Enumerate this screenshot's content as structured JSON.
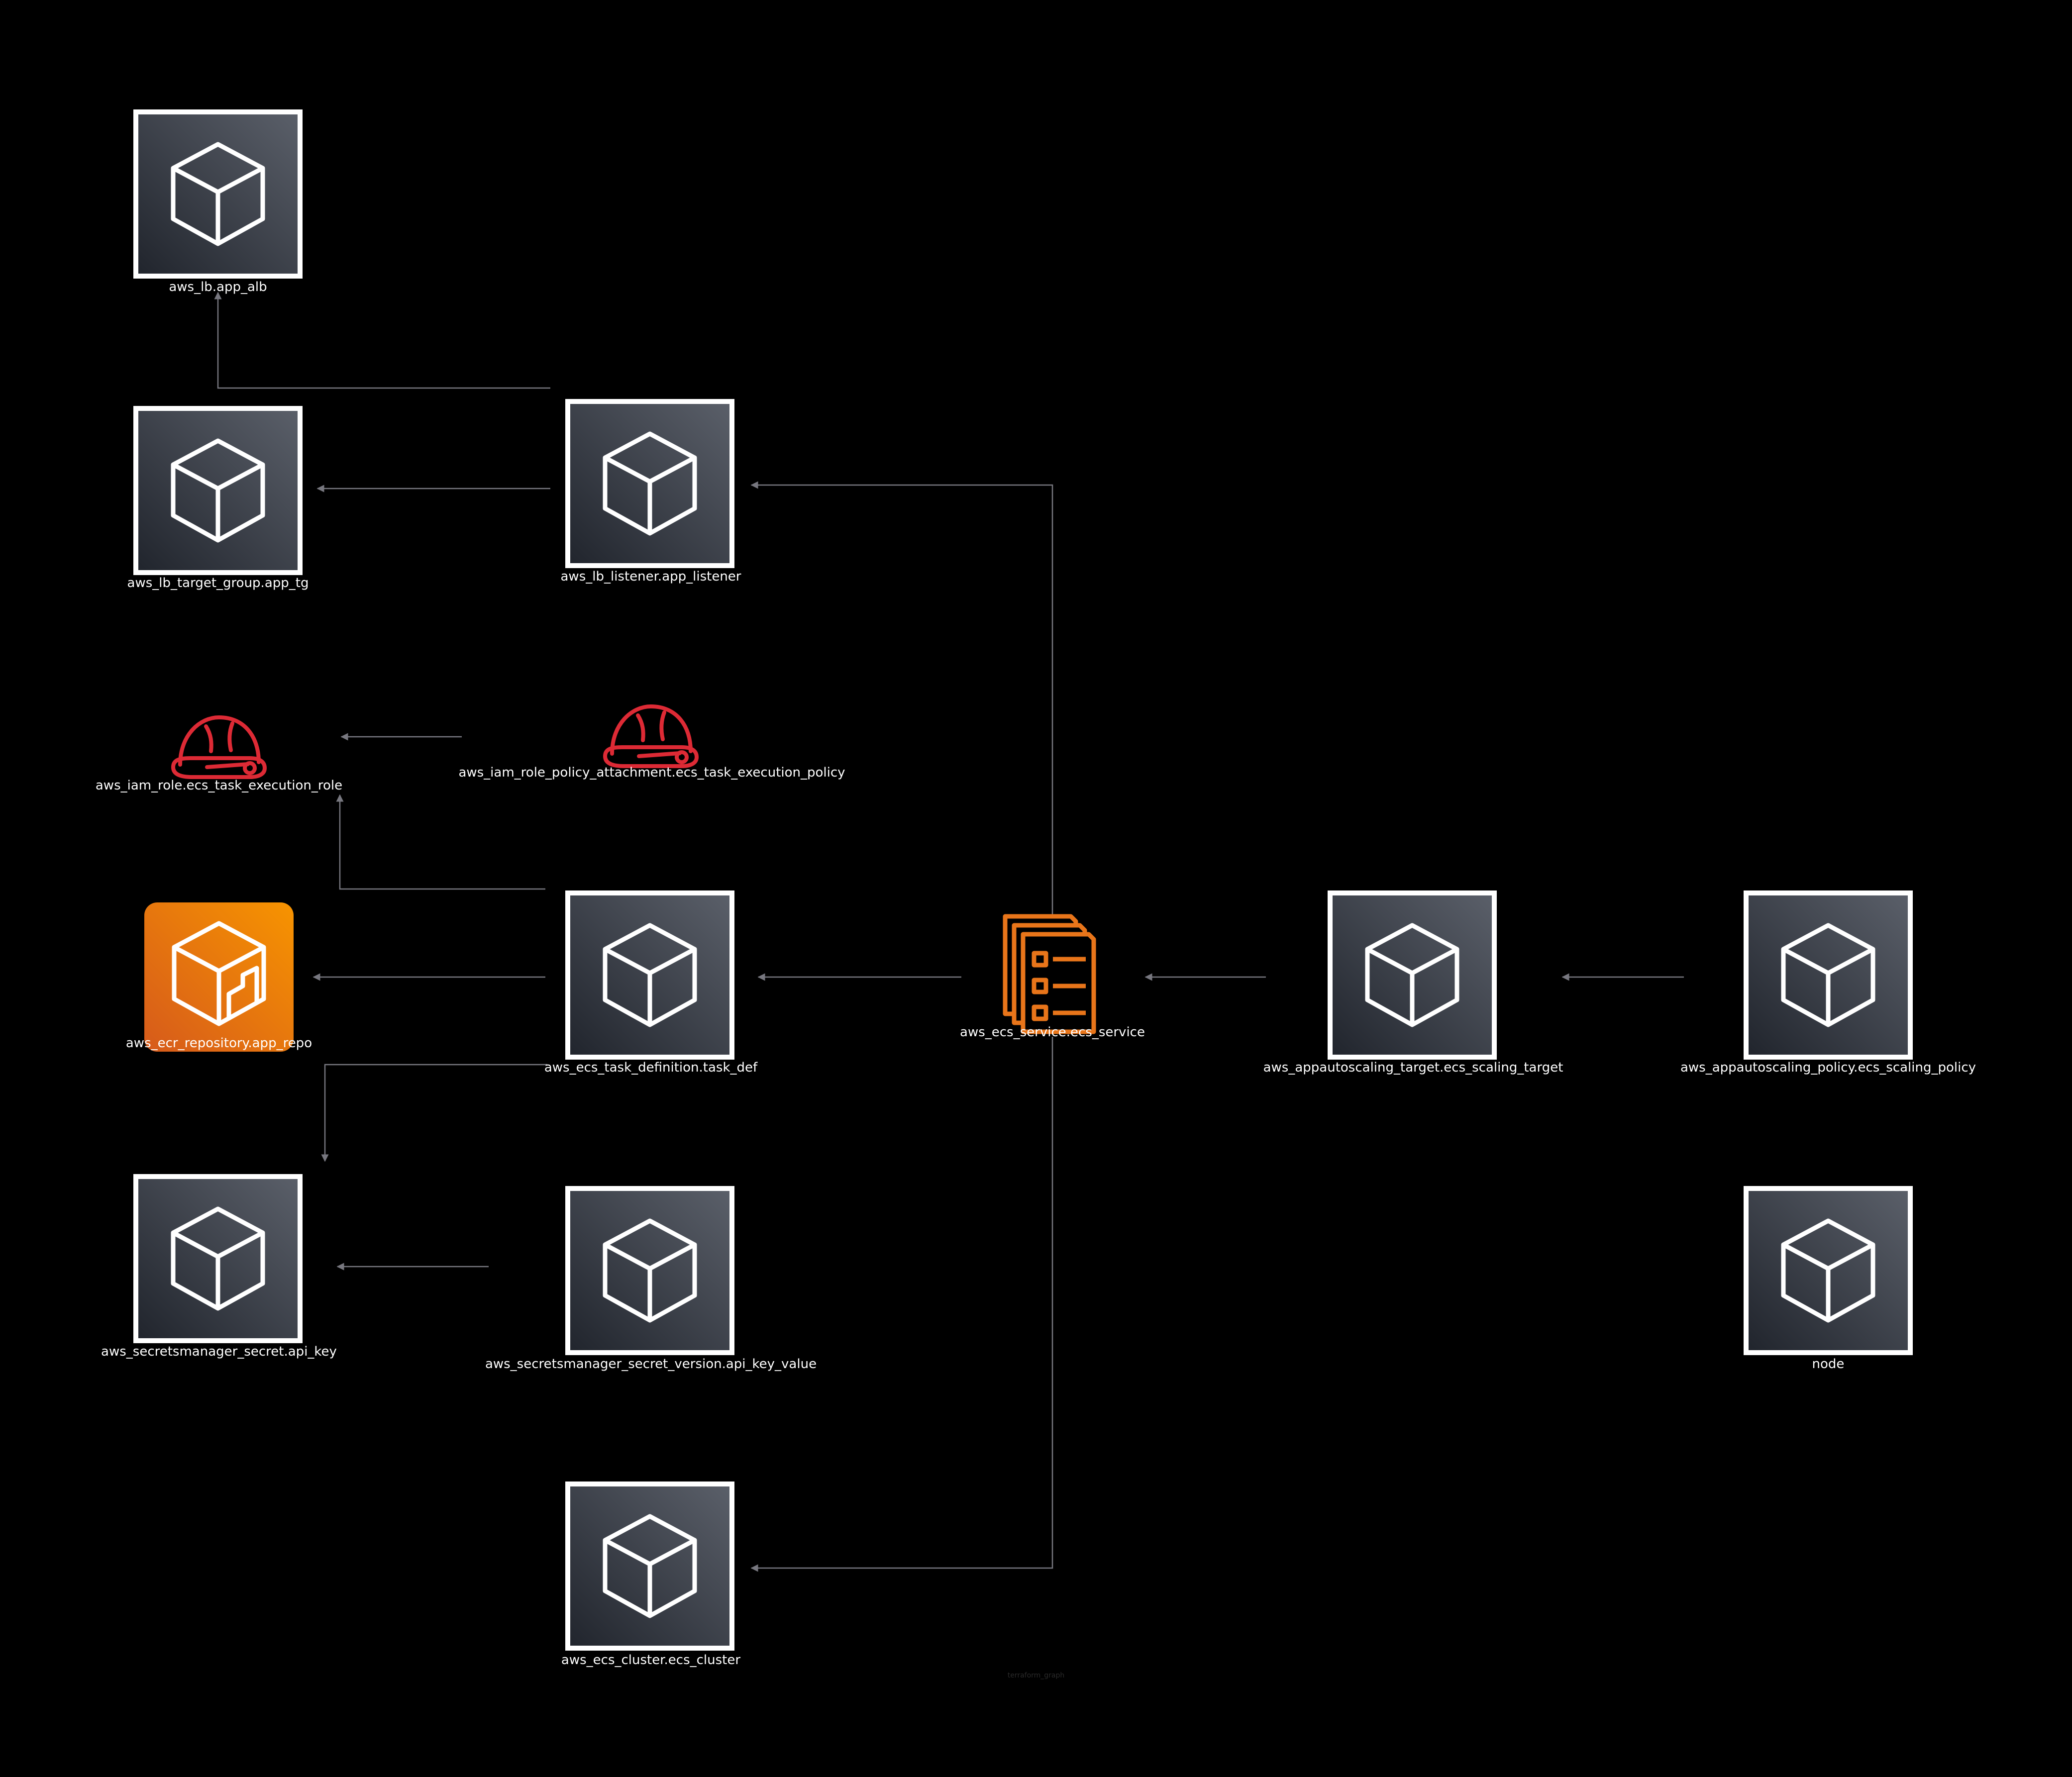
{
  "colors": {
    "background": "#000000",
    "generic_tile_light": "#5b606a",
    "generic_tile_dark": "#20242c",
    "tile_border": "#ffffff",
    "ecr_light": "#f79400",
    "ecr_dark": "#d65a1b",
    "ecs_service": "#e8751a",
    "iam_role": "#dd2a35",
    "edge": "#77777f",
    "label": "#ffffff"
  },
  "nodes": {
    "app_alb": {
      "label": "aws_lb.app_alb",
      "icon": "resource-cube-icon"
    },
    "app_tg": {
      "label": "aws_lb_target_group.app_tg",
      "icon": "resource-cube-icon"
    },
    "app_listener": {
      "label": "aws_lb_listener.app_listener",
      "icon": "resource-cube-icon"
    },
    "ecs_task_execution_role": {
      "label": "aws_iam_role.ecs_task_execution_role",
      "icon": "iam-role-helmet-icon"
    },
    "ecs_task_execution_policy": {
      "label": "aws_iam_role_policy_attachment.ecs_task_execution_policy",
      "icon": "iam-role-helmet-icon"
    },
    "app_repo": {
      "label": "aws_ecr_repository.app_repo",
      "icon": "ecr-repository-icon"
    },
    "task_def": {
      "label": "aws_ecs_task_definition.task_def",
      "icon": "resource-cube-icon"
    },
    "ecs_service": {
      "label": "aws_ecs_service.ecs_service",
      "icon": "ecs-service-icon"
    },
    "ecs_scaling_target": {
      "label": "aws_appautoscaling_target.ecs_scaling_target",
      "icon": "resource-cube-icon"
    },
    "ecs_scaling_policy": {
      "label": "aws_appautoscaling_policy.ecs_scaling_policy",
      "icon": "resource-cube-icon"
    },
    "api_key": {
      "label": "aws_secretsmanager_secret.api_key",
      "icon": "resource-cube-icon"
    },
    "api_key_value": {
      "label": "aws_secretsmanager_secret_version.api_key_value",
      "icon": "resource-cube-icon"
    },
    "node": {
      "label": "node",
      "icon": "resource-cube-icon"
    },
    "ecs_cluster": {
      "label": "aws_ecs_cluster.ecs_cluster",
      "icon": "resource-cube-icon"
    }
  },
  "edges": [
    {
      "from": "app_listener",
      "to": "app_alb"
    },
    {
      "from": "app_listener",
      "to": "app_tg"
    },
    {
      "from": "ecs_service",
      "to": "app_listener"
    },
    {
      "from": "ecs_task_execution_policy",
      "to": "ecs_task_execution_role"
    },
    {
      "from": "task_def",
      "to": "ecs_task_execution_role"
    },
    {
      "from": "task_def",
      "to": "app_repo"
    },
    {
      "from": "ecs_service",
      "to": "task_def"
    },
    {
      "from": "ecs_scaling_target",
      "to": "ecs_service"
    },
    {
      "from": "ecs_scaling_policy",
      "to": "ecs_scaling_target"
    },
    {
      "from": "task_def",
      "to": "api_key"
    },
    {
      "from": "api_key_value",
      "to": "api_key"
    },
    {
      "from": "ecs_service",
      "to": "ecs_cluster"
    }
  ],
  "footer": {
    "caption": "terraform_graph"
  }
}
